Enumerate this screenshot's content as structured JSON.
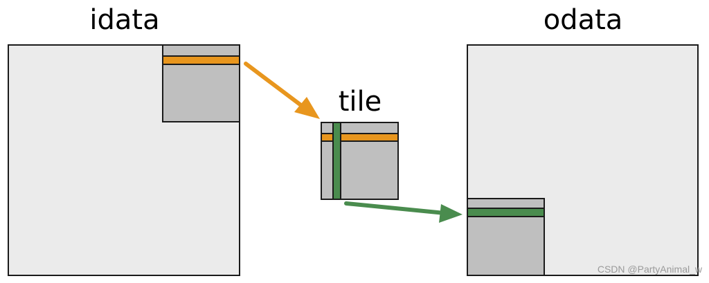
{
  "labels": {
    "input": "idata",
    "tile": "tile",
    "output": "odata"
  },
  "watermark": "CSDN @PartyAnimal_w",
  "colors": {
    "matrix_fill": "#ebebeb",
    "block_fill": "#bfbfbf",
    "outline": "#1a1a1a",
    "row_highlight": "#e8961e",
    "column_highlight": "#4a8c4e",
    "arrow_input_to_tile": "#e8961e",
    "arrow_tile_to_output": "#4a8c4e"
  }
}
